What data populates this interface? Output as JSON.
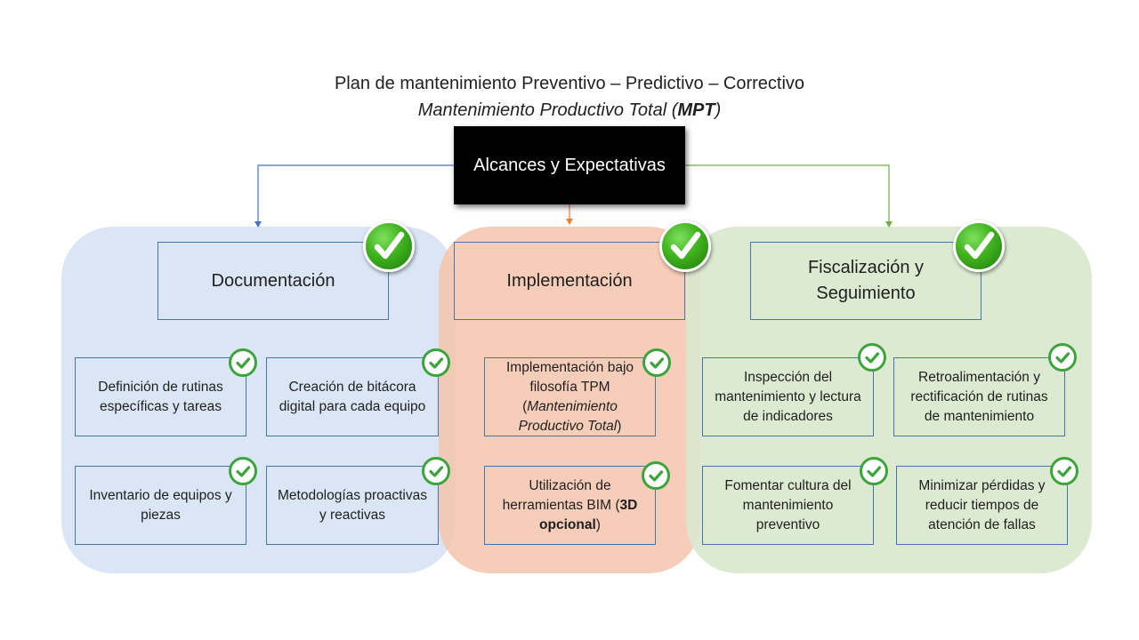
{
  "title": {
    "line1": "Plan de mantenimiento Preventivo – Predictivo – Correctivo",
    "line2_prefix": "Mantenimiento Productivo Total (",
    "line2_bold": "MPT",
    "line2_suffix": ")"
  },
  "root": {
    "label": "Alcances y Expectativas"
  },
  "colors": {
    "documentacion": "#dae6f5",
    "implementacion": "#f4c4ac",
    "fiscalizacion": "#dae8ce",
    "connector_blue": "#4472c4",
    "connector_orange": "#ed7d31",
    "connector_green": "#70ad47",
    "check_green": "#3ca43c"
  },
  "branches": {
    "documentacion": {
      "label": "Documentación",
      "items": [
        "Definición de rutinas específicas y tareas",
        "Creación de bitácora digital para cada equipo",
        "Inventario de equipos y piezas",
        "Metodologías proactivas y reactivas"
      ]
    },
    "implementacion": {
      "label": "Implementación",
      "item1_text": "Implementación bajo filosofía TPM",
      "item1_paren_open": "(",
      "item1_italic": "Mantenimiento Productivo Total",
      "item1_paren_close": ")",
      "item2_text": "Utilización de herramientas BIM",
      "item2_paren_open": "(",
      "item2_bold": "3D opcional",
      "item2_paren_close": ")"
    },
    "fiscalizacion": {
      "label_line1": "Fiscalización y",
      "label_line2": "Seguimiento",
      "items": [
        "Inspección del mantenimiento y lectura de indicadores",
        "Retroalimentación y rectificación de rutinas de mantenimiento",
        "Fomentar cultura del mantenimiento preventivo",
        "Minimizar pérdidas y reducir tiempos de atención de fallas"
      ]
    }
  },
  "icons": {
    "large": "check-badge-icon",
    "small": "check-circle-icon"
  }
}
